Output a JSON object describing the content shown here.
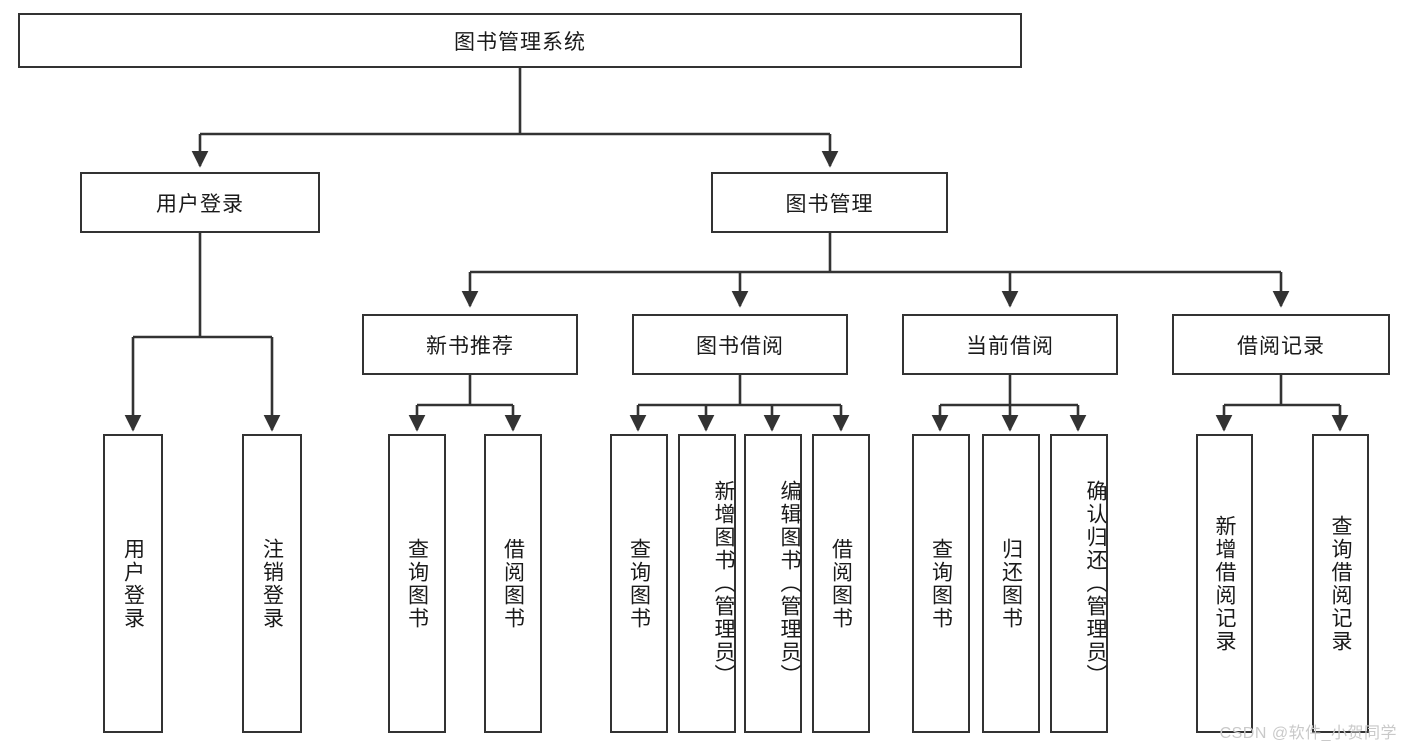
{
  "diagram": {
    "title": "图书管理系统",
    "type": "tree-hierarchy",
    "root": {
      "label": "图书管理系统"
    },
    "level1": [
      {
        "label": "用户登录"
      },
      {
        "label": "图书管理"
      }
    ],
    "level2": [
      {
        "label": "新书推荐",
        "parent": "图书管理"
      },
      {
        "label": "图书借阅",
        "parent": "图书管理"
      },
      {
        "label": "当前借阅",
        "parent": "图书管理"
      },
      {
        "label": "借阅记录",
        "parent": "图书管理"
      }
    ],
    "leaves": {
      "user_login": [
        {
          "label": "用户登录"
        },
        {
          "label": "注销登录"
        }
      ],
      "new_book_recommend": [
        {
          "label": "查询图书"
        },
        {
          "label": "借阅图书"
        }
      ],
      "book_borrow": [
        {
          "label": "查询图书"
        },
        {
          "label": "新增图书（管理员）"
        },
        {
          "label": "编辑图书（管理员）"
        },
        {
          "label": "借阅图书"
        }
      ],
      "current_borrow": [
        {
          "label": "查询图书"
        },
        {
          "label": "归还图书"
        },
        {
          "label": "确认归还（管理员）"
        }
      ],
      "borrow_record": [
        {
          "label": "新增借阅记录"
        },
        {
          "label": "查询借阅记录"
        }
      ]
    }
  },
  "watermark": {
    "text": "CSDN @软件_小贺同学"
  },
  "colors": {
    "stroke": "#333333",
    "background": "#ffffff",
    "text": "#1a1a1a",
    "watermark": "#c9c9c9"
  }
}
